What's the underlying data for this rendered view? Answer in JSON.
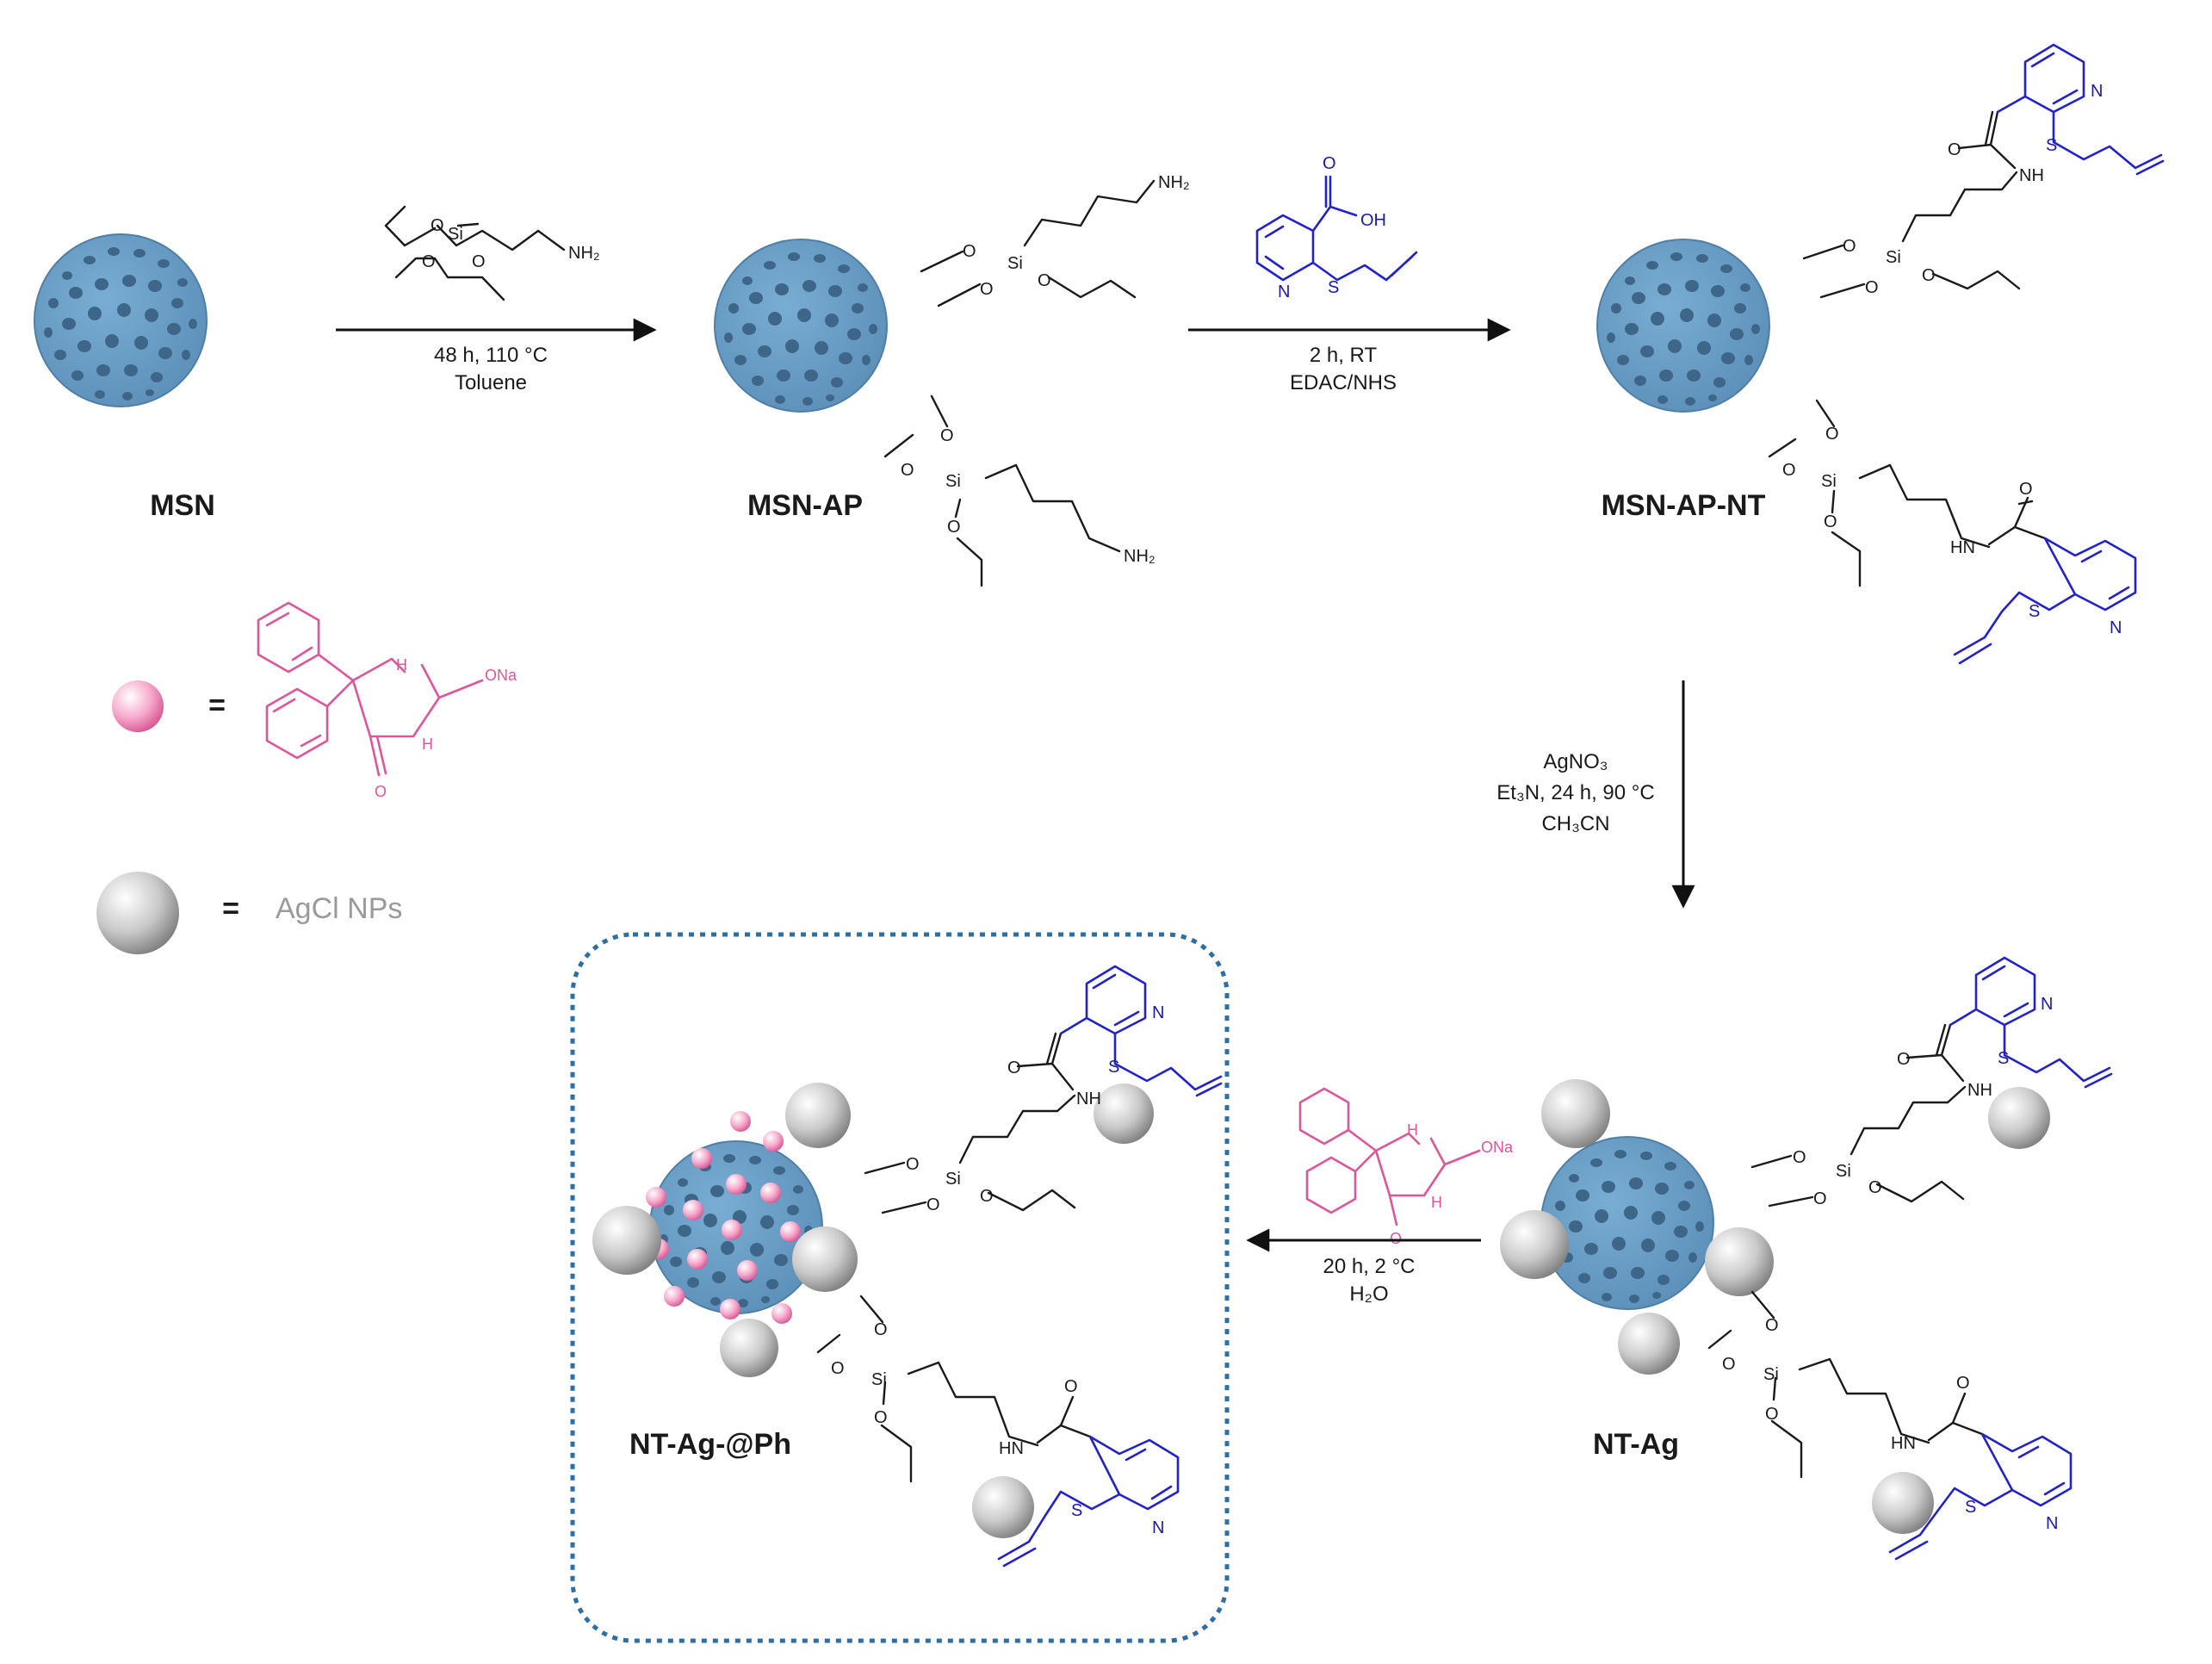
{
  "labels": {
    "msn": "MSN",
    "msn_ap": "MSN-AP",
    "msn_ap_nt": "MSN-AP-NT",
    "nt_ag": "NT-Ag",
    "nt_ag_ph": "NT-Ag-@Ph"
  },
  "steps": {
    "step1": {
      "line1": "48 h, 110 °C",
      "line2": "Toluene"
    },
    "step2": {
      "line1": "2 h, RT",
      "line2": "EDAC/NHS"
    },
    "step3": {
      "line1": "AgNO₃",
      "line2": "Et₃N, 24 h, 90 °C",
      "line3": "CH₃CN"
    },
    "step4": {
      "line1": "20 h, 2 °C",
      "line2": "H₂O"
    }
  },
  "legend": {
    "equals": "=",
    "agcl": "AgCl NPs"
  },
  "atoms": {
    "si": "Si",
    "o": "O",
    "nh2": "NH₂",
    "nh": "NH",
    "hn": "HN",
    "n": "N",
    "s": "S",
    "oh": "OH",
    "h": "H",
    "ona": "ONa"
  },
  "colors": {
    "sphere": "#6a9ec6",
    "pore": "#3d6689",
    "nicotinic": "#2222cc",
    "phenytoin": "#e0559a",
    "agcl": "#b9b9b9",
    "box_border": "#2d6ea5"
  }
}
